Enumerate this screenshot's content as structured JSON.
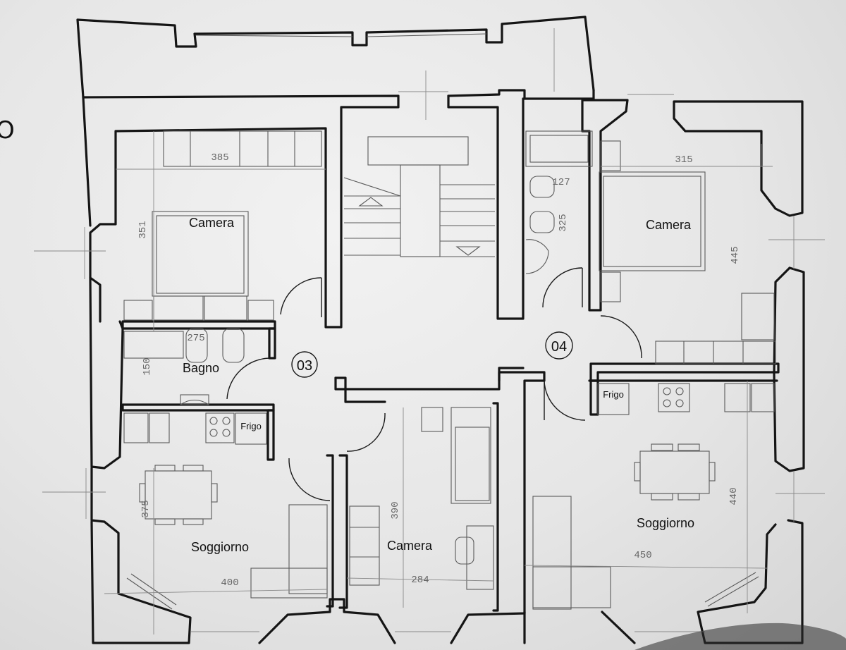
{
  "plan": {
    "edge_mark": "O",
    "units": [
      {
        "label": "03"
      },
      {
        "label": "04"
      }
    ],
    "rooms": [
      {
        "label": "Camera"
      },
      {
        "label": "Camera"
      },
      {
        "label": "Bagno"
      },
      {
        "label": "Soggiorno"
      },
      {
        "label": "Camera"
      },
      {
        "label": "Soggiorno"
      }
    ],
    "fixtures": [
      {
        "label": "Frigo"
      },
      {
        "label": "Frigo"
      }
    ],
    "dimensions": [
      "385",
      "351",
      "275",
      "150",
      "375",
      "400",
      "390",
      "284",
      "127",
      "325",
      "315",
      "445",
      "440",
      "450"
    ]
  }
}
